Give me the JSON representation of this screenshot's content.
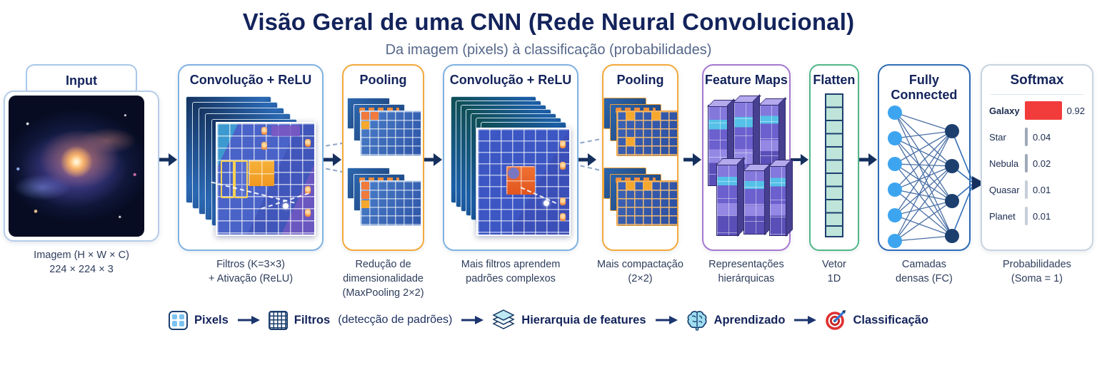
{
  "title": "Visão Geral de uma CNN (Rede Neural Convolucional)",
  "subtitle": "Da imagem (pixels) à classificação (probabilidades)",
  "stages": [
    {
      "label": "Input",
      "caption": "Imagem (H × W × C)\n224 × 224 × 3"
    },
    {
      "label": "Convolução + ReLU",
      "caption": "Filtros (K=3×3)\n+ Ativação (ReLU)"
    },
    {
      "label": "Pooling",
      "caption": "Redução de\ndimensionalidade\n(MaxPooling 2×2)"
    },
    {
      "label": "Convolução + ReLU",
      "caption": "Mais filtros aprendem\npadrões complexos"
    },
    {
      "label": "Pooling",
      "caption": "Mais compactação\n(2×2)"
    },
    {
      "label": "Feature Maps",
      "caption": "Representações\nhierárquicas"
    },
    {
      "label": "Flatten",
      "caption": "Vetor\n1D"
    },
    {
      "label": "Fully Connected",
      "caption": "Camadas\ndensas (FC)"
    },
    {
      "label": "Softmax",
      "caption": "Probabilidades\n(Soma = 1)"
    }
  ],
  "softmax": {
    "classes": [
      {
        "label": "Galaxy",
        "value": "0.92"
      },
      {
        "label": "Star",
        "value": "0.04"
      },
      {
        "label": "Nebula",
        "value": "0.02"
      },
      {
        "label": "Quasar",
        "value": "0.01"
      },
      {
        "label": "Planet",
        "value": "0.01"
      }
    ]
  },
  "legend": [
    {
      "icon": "pixels-grid-icon",
      "label": "Pixels"
    },
    {
      "icon": "filter-grid-icon",
      "label": "Filtros",
      "sublabel": "(detecção de padrões)"
    },
    {
      "icon": "layers-icon",
      "label": "Hierarquia de features"
    },
    {
      "icon": "brain-icon",
      "label": "Aprendizado"
    },
    {
      "icon": "target-icon",
      "label": "Classificação"
    }
  ],
  "colors": {
    "title_navy": "#13235b",
    "subtitle_gray": "#55678a",
    "arrow_navy": "#16305e",
    "conv_border_blue": "#7fb2e2",
    "pooling_border_orange": "#f2a93b",
    "feature_maps_border_purple": "#a678cf",
    "flatten_border_green": "#52b788",
    "fc_border_blue": "#2f6db5",
    "softmax_border_gray": "#c8d3e0",
    "bar_red": "#f23b3b",
    "bar_gray": "#9fa9b8",
    "bar_gray_light": "#c6ced8",
    "node_light_blue": "#3da5f0",
    "node_dark_navy": "#1c3f6e"
  }
}
